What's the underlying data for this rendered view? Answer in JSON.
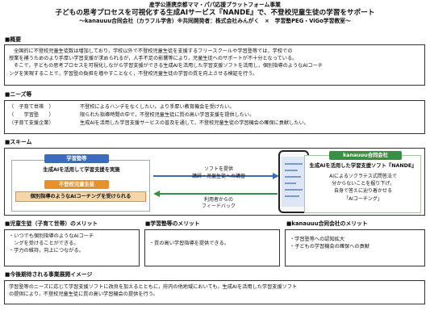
{
  "header": {
    "super": "産学公連携京都ママ・パパ応援プラットフォーム事業",
    "title": "子どもの思考プロセスを可視化する生成AIサービス『NANDE』で、不登校児童生徒の学習をサポート",
    "sub": "～kanauuu合同会社（カラフル学舎）※共同開発者：株式会社みんがく　×　学習塾PEG・ViGo学習教室～"
  },
  "overview": {
    "heading": "■概要",
    "lines": [
      "全国的に不登校児童生徒数は増加しており，学校以外で不登校児童生徒を支援するフリースクールや学習塾等では，学校での",
      "授業を補うためのより手厚い学習支援が求められるが，人手不足の影響等により，児童生徒へのサポートが不十分となっている。",
      "そこで，子どもの思考プロセスを可視化しながら学習支援ができる生成AIを活用した学習支援ソフトを活用し，個別指導のようなAIコーチ",
      "ングを実現することで，学習塾の負担を増やすことなく，不登校児童生徒の学習の質を向上させる検証を行う。"
    ]
  },
  "needs": {
    "heading": "■ニーズ等",
    "rows": [
      {
        "who": "（　子育て世帯　）",
        "text": "不登校によるハンデをなくしたい。より手厚い教育機会を受けたい。"
      },
      {
        "who": "（　　学習塾　　）",
        "text": "限られた指導時間の中で，不登校児童生徒に質の高い学習支援を提供したい。"
      },
      {
        "who": "（子育て支援企業）",
        "text": "生成AIを活用した学習支援サービスの普及を通して，不登校児童生徒の学習機会の確保に貢献したい。"
      }
    ]
  },
  "scheme": {
    "heading": "■スキーム",
    "left_tag": "学習塾等",
    "left_text": "生成AIを活用して学習支援を実施",
    "left_orange_tag": "不登校児童生徒",
    "left_band": "個別指導のようなAIコーチングを受けられる",
    "arrow_top_1": "ソフトを提供",
    "arrow_top_2": "講師・児童生徒への講習",
    "arrow_bottom_1": "利用者からの",
    "arrow_bottom_2": "フィードバック",
    "right_tag": "kanauuu合同会社",
    "right_title": "生成AIを活用した学習支援ソフト『NANDE』",
    "right_l1": "AIによるソクラテス式問答法で",
    "right_l2": "分からないことを掘り下げ，",
    "right_l3": "自身で答えに辿り着かせる",
    "right_l4": "「AIコーチング」",
    "colors": {
      "blue": "#3a6bbf",
      "orange": "#e8902a",
      "green": "#3a8e45"
    }
  },
  "merits": [
    {
      "heading": "■児童生徒（子育て世帯）のメリット",
      "lines": [
        "・いつでも個別指導のようなAIコーチ",
        "　ングを受けることができる。",
        "・学力の維持，向上につながる。"
      ]
    },
    {
      "heading": "■学習塾等のメリット",
      "lines": [
        "・質の高い学習指導を提供できる。"
      ]
    },
    {
      "heading": "■kanauuu合同会社のメリット",
      "lines": [
        "・学習塾等への認知拡大",
        "・子どもの学習機会の確保への貢献"
      ]
    }
  ],
  "future": {
    "heading": "■今後期待される事業展開イメージ",
    "lines": [
      "学習塾等のニーズに応じて学習支援ソフトに改良を加えるとともに，府内の他地域においても，生成AIを活用した学習支援ソフト",
      "の提供により，不登校児童生徒に質の高い学習機会の提供を行う。"
    ]
  }
}
